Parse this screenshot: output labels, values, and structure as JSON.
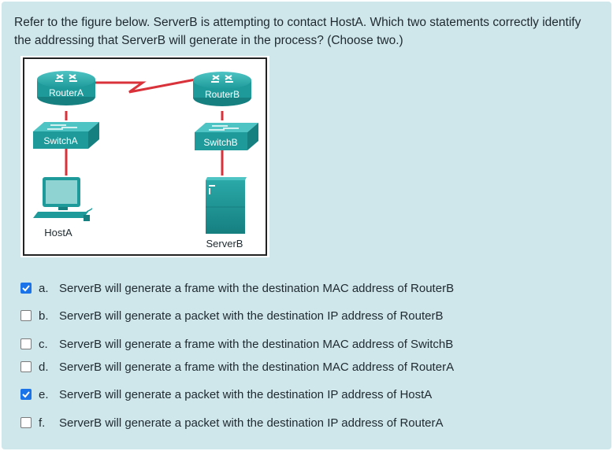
{
  "question": "Refer to the figure below. ServerB is attempting to contact HostA. Which two statements correctly identify the addressing that ServerB will generate in the process? (Choose two.)",
  "figure": {
    "labels": {
      "router_a": "RouterA",
      "router_b": "RouterB",
      "switch_a": "SwitchA",
      "switch_b": "SwitchB",
      "host_a": "HostA",
      "server_b": "ServerB"
    }
  },
  "answers": [
    {
      "letter": "a.",
      "text": "ServerB will generate a frame with the destination MAC address of RouterB",
      "checked": true
    },
    {
      "letter": "b.",
      "text": "ServerB will generate a packet with the destination IP address of RouterB",
      "checked": false
    },
    {
      "letter": "c.",
      "text": "ServerB will generate a frame with the destination MAC address of SwitchB",
      "checked": false
    },
    {
      "letter": "d.",
      "text": "ServerB will generate a frame with the destination MAC address of RouterA",
      "checked": false
    },
    {
      "letter": "e.",
      "text": "ServerB will generate a packet with the destination IP address of HostA",
      "checked": true
    },
    {
      "letter": "f.",
      "text": "ServerB will generate a packet with the destination IP address of RouterA",
      "checked": false
    }
  ],
  "colors": {
    "panel_bg": "#cfe6ea",
    "device_teal": "#1e9a9a",
    "link_red": "#d9323b",
    "check_blue": "#1a73e8"
  }
}
